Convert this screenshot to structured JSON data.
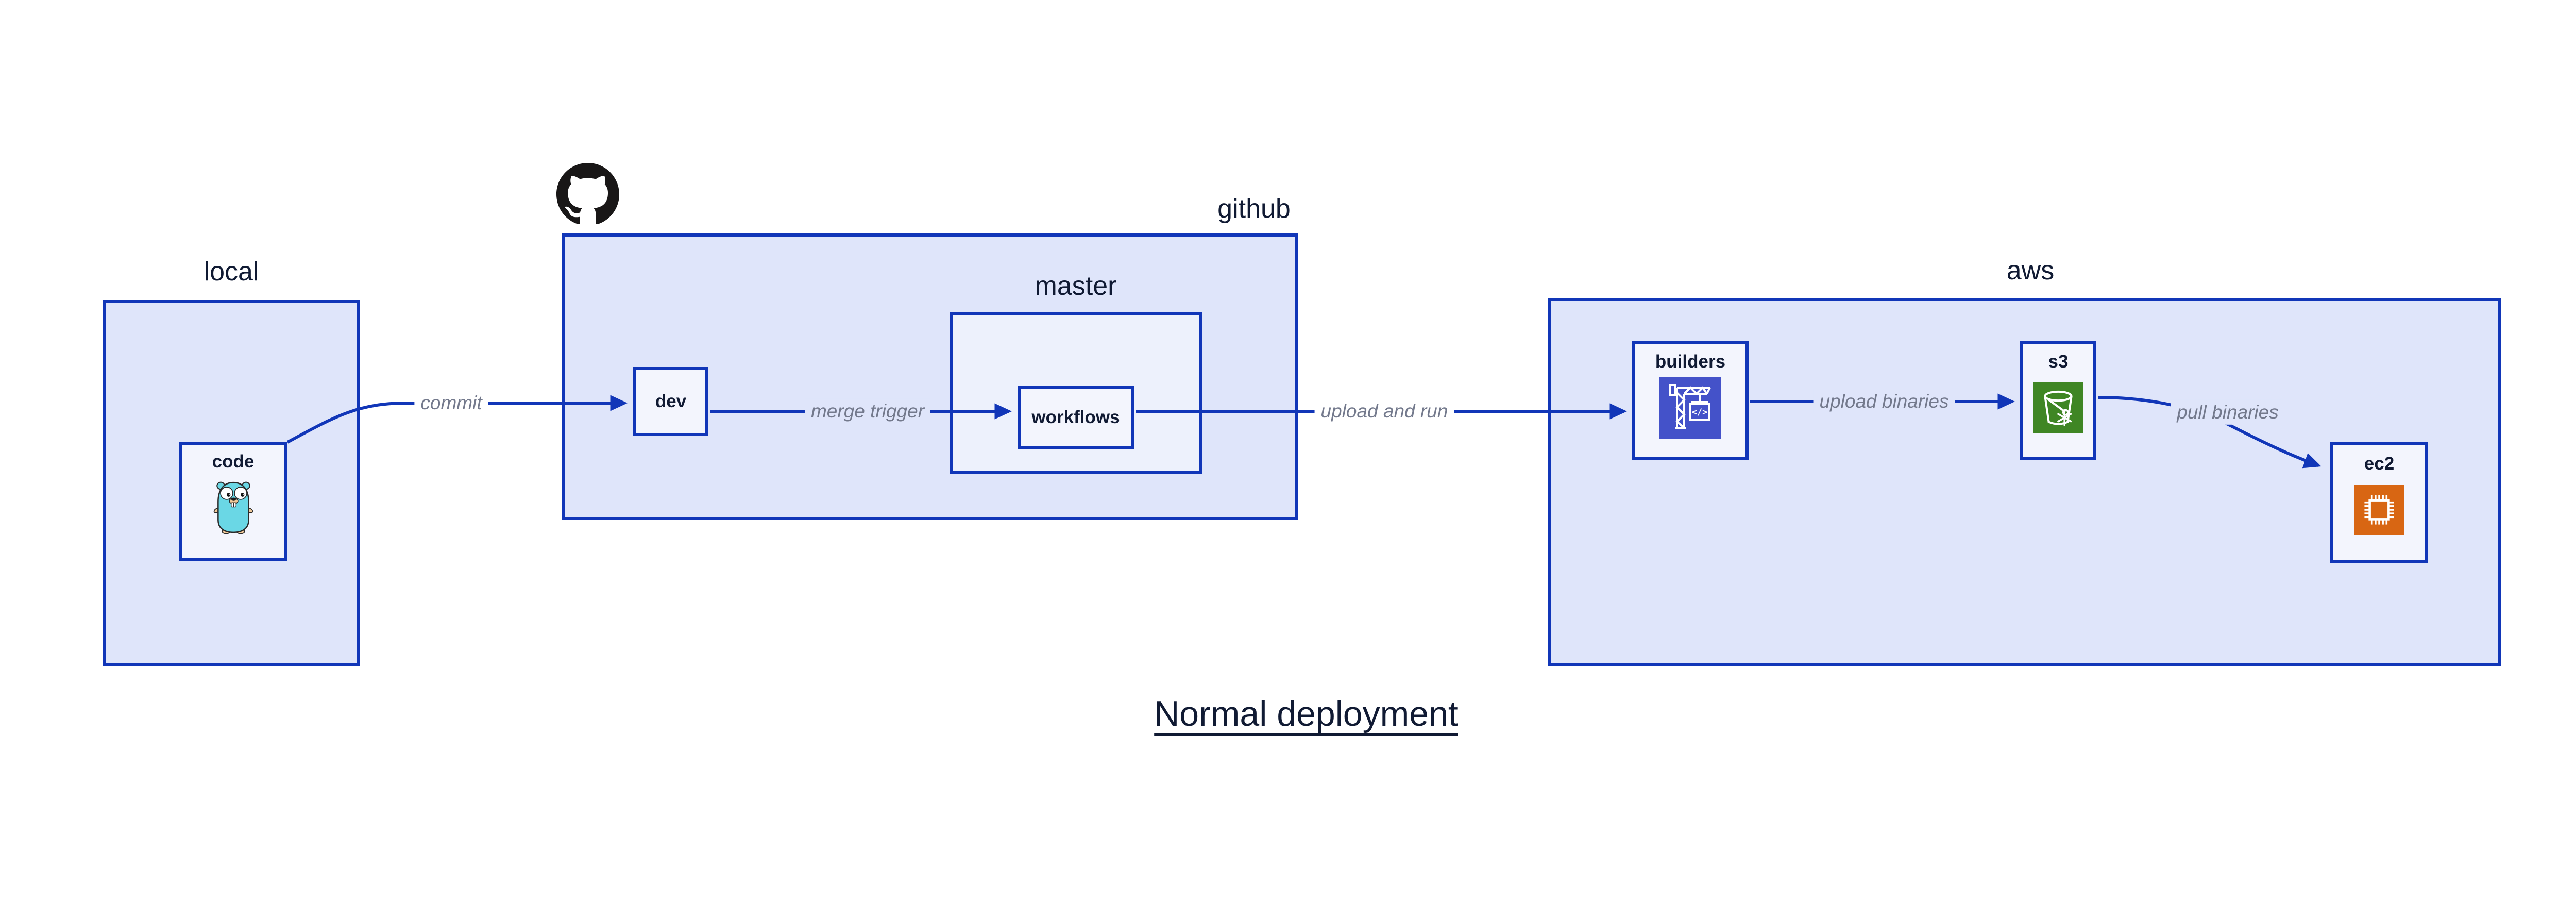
{
  "title": "Normal deployment",
  "containers": {
    "local": {
      "label": "local"
    },
    "github": {
      "label": "github"
    },
    "master": {
      "label": "master"
    },
    "aws": {
      "label": "aws"
    }
  },
  "nodes": {
    "code": {
      "label": "code",
      "icon": "go-gopher-icon"
    },
    "dev": {
      "label": "dev"
    },
    "workflows": {
      "label": "workflows"
    },
    "builders": {
      "label": "builders",
      "icon": "codebuild-crane-icon"
    },
    "s3": {
      "label": "s3",
      "icon": "s3-bucket-icon"
    },
    "ec2": {
      "label": "ec2",
      "icon": "ec2-chip-icon"
    }
  },
  "edges": {
    "commit": {
      "label": "commit"
    },
    "merge_trigger": {
      "label": "merge trigger"
    },
    "upload_and_run": {
      "label": "upload and run"
    },
    "upload_binaries": {
      "label": "upload binaries"
    },
    "pull_binaries": {
      "label": "pull binaries"
    }
  },
  "icons": {
    "codebuild_glyph": "</>"
  },
  "colors": {
    "border_blue": "#1136b8",
    "container_fill": "#dfe5fa",
    "master_fill": "#edf1fc",
    "node_fill": "#f3f5fd",
    "edge_label_gray": "#73798c",
    "text_dark": "#101a33",
    "codebuild_blue": "#4452c9",
    "s3_green": "#3f8624",
    "ec2_orange": "#d86613",
    "github_black": "#191717",
    "gopher_teal": "#6ad7e5",
    "gopher_tan": "#f1c998"
  }
}
